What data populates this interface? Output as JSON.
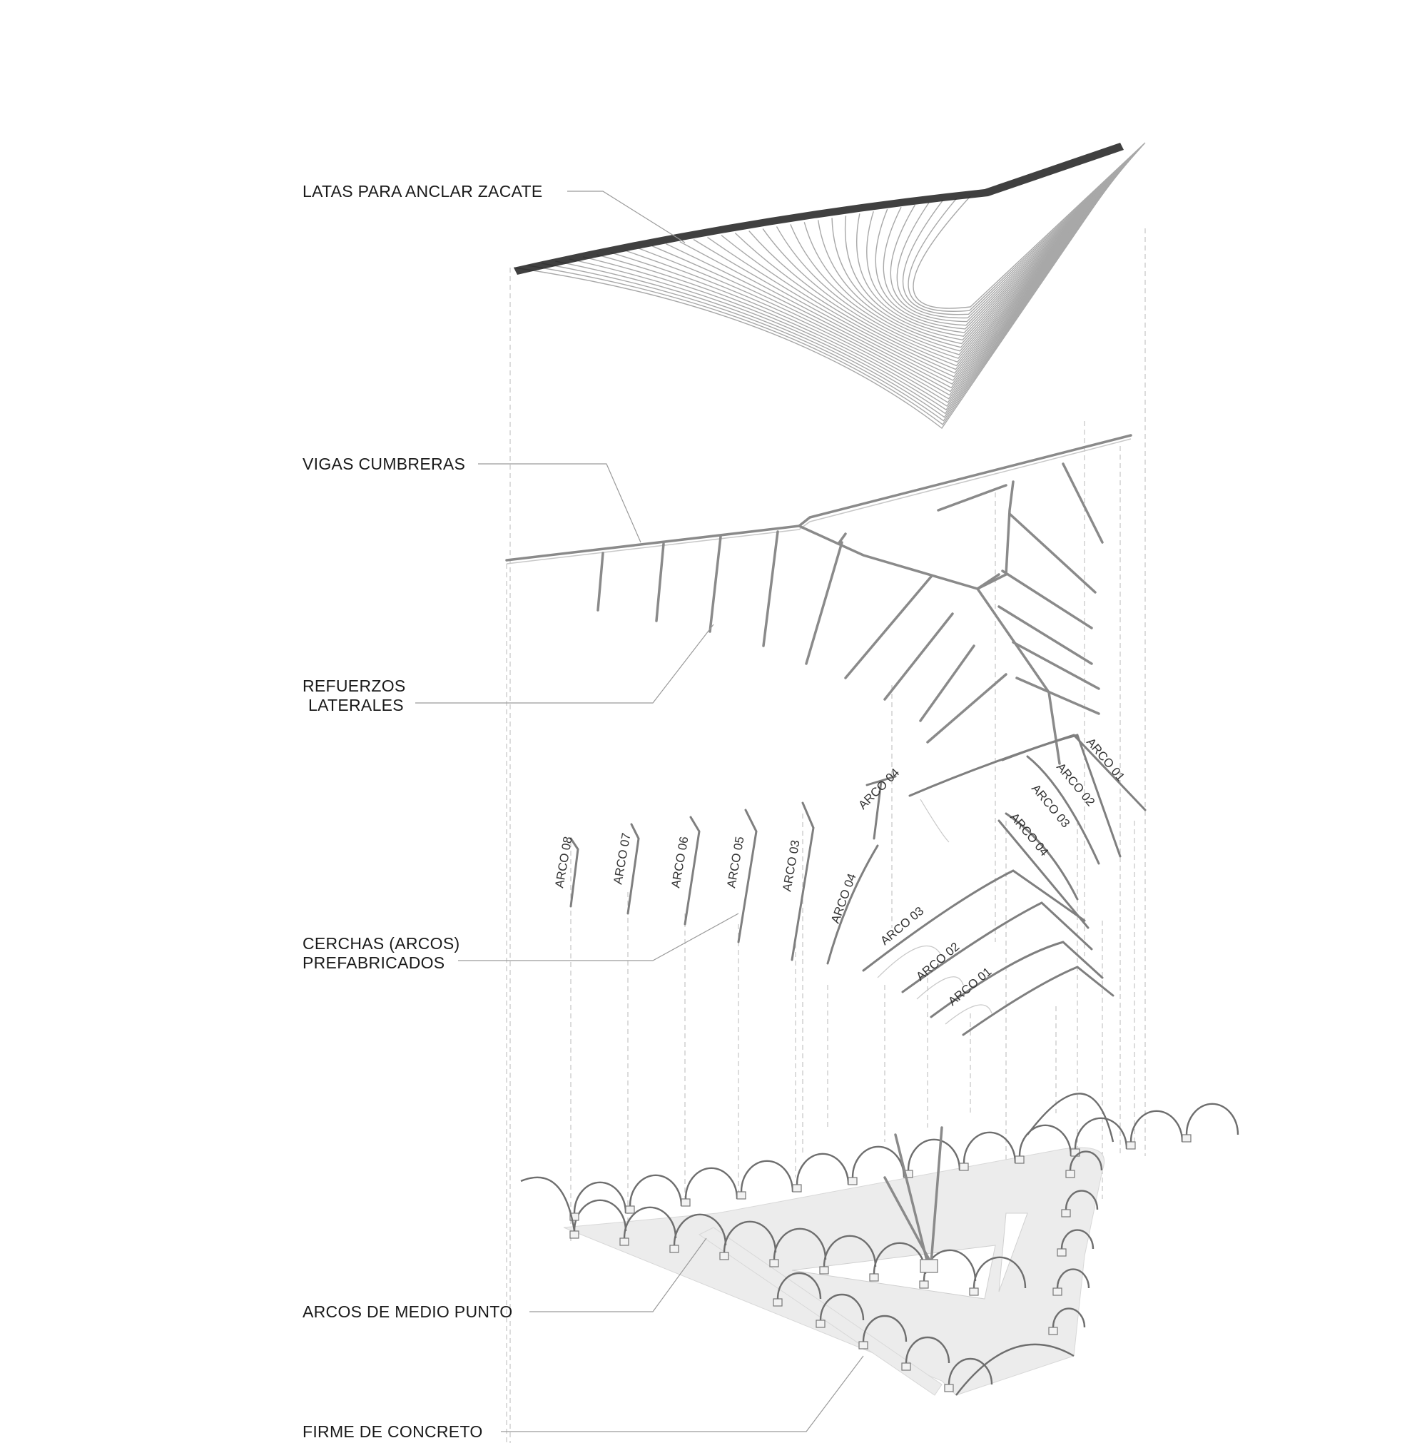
{
  "labels": {
    "latas": "LATAS PARA ANCLAR ZACATE",
    "vigas": "VIGAS CUMBRERAS",
    "refuerzos_1": "REFUERZOS",
    "refuerzos_2": "LATERALES",
    "cerchas_1": "CERCHAS (ARCOS)",
    "cerchas_2": "PREFABRICADOS",
    "arcos_medio": "ARCOS DE MEDIO PUNTO",
    "firme": "FIRME DE CONCRETO"
  },
  "arc_labels": {
    "left_08": "ARCO 08",
    "left_07": "ARCO 07",
    "left_06": "ARCO 06",
    "left_05": "ARCO 05",
    "left_03": "ARCO 03",
    "mid_04_top": "ARCO 04",
    "mid_04_low": "ARCO 04",
    "low_03": "ARCO 03",
    "low_02": "ARCO 02",
    "low_01": "ARCO 01",
    "right_01": "ARCO 01",
    "right_02": "ARCO 02",
    "right_03": "ARCO 03",
    "right_04": "ARCO 04"
  },
  "colors": {
    "ink": "#1a1a1a",
    "lines": "#8a8a8a",
    "slab": "#ececec"
  }
}
